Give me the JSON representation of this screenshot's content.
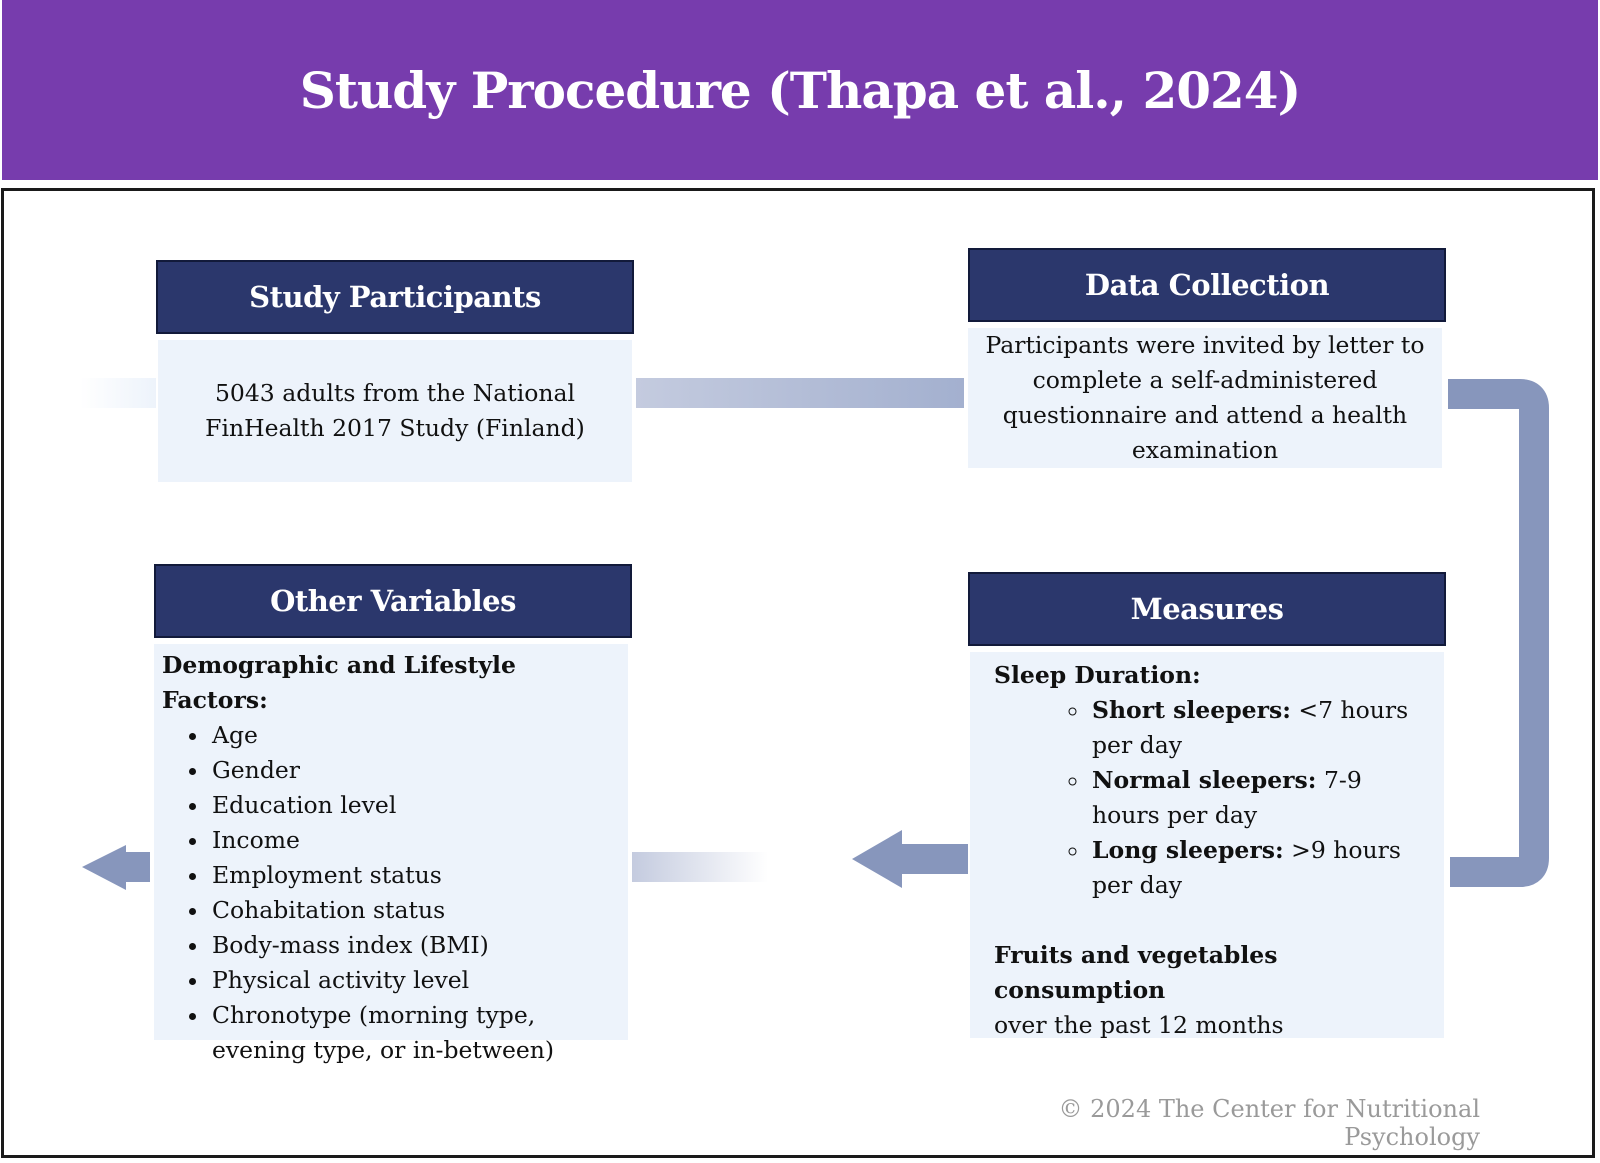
{
  "title": "Study Procedure (Thapa et al., 2024)",
  "participants": {
    "heading": "Study Participants",
    "text": "5043 adults from the National FinHealth 2017 Study (Finland)"
  },
  "data_collection": {
    "heading": "Data Collection",
    "text": "Participants were invited by letter to complete a self-administered questionnaire and attend a health examination"
  },
  "measures": {
    "heading": "Measures",
    "sleep_label": "Sleep Duration:",
    "sleep_items": [
      {
        "label": "Short sleepers:",
        "detail": "<7 hours per day"
      },
      {
        "label": "Normal sleepers:",
        "detail": "7-9 hours per day"
      },
      {
        "label": "Long sleepers:",
        "detail": ">9 hours per day"
      }
    ],
    "fv_label": "Fruits and vegetables consumption",
    "fv_detail": "over the past 12 months"
  },
  "other_variables": {
    "heading": "Other Variables",
    "subheading": "Demographic and Lifestyle Factors:",
    "items": [
      "Age",
      "Gender",
      "Education level",
      "Income",
      "Employment status",
      "Cohabitation status",
      "Body-mass index (BMI)",
      "Physical activity level",
      "Chronotype (morning type, evening type, or in-between)"
    ]
  },
  "copyright": "© 2024 The Center for Nutritional Psychology",
  "colors": {
    "header": "#773cad",
    "box_heading": "#2b376c",
    "box_body": "#edf3fb",
    "arrow": "#8796bc"
  }
}
